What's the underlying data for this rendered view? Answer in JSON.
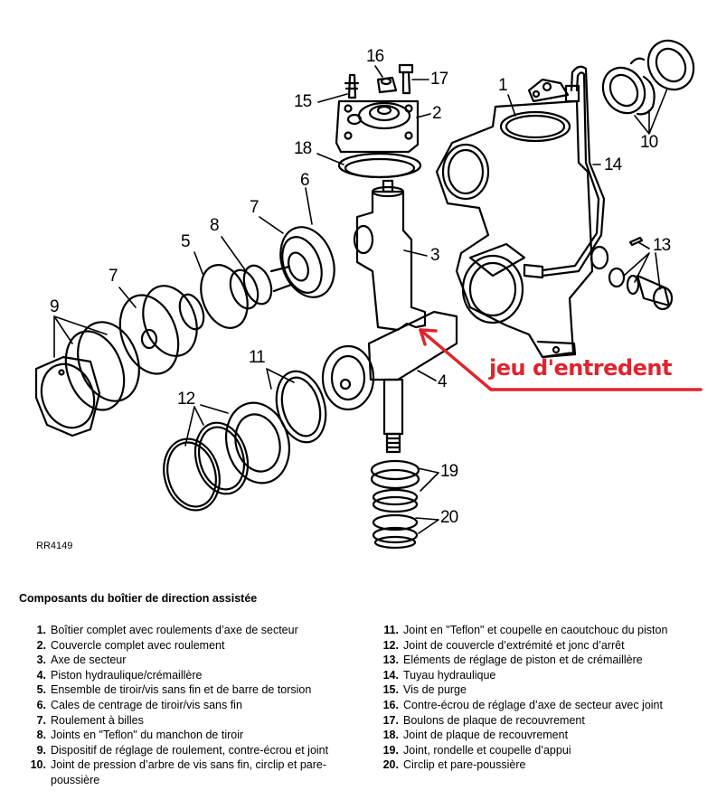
{
  "diagram": {
    "reference_code": "RR4149",
    "annotation": {
      "text": "jeu d'entredent",
      "color": "#e0242f",
      "points_to": "engagement secteur / crémaillère"
    },
    "callouts": [
      "1",
      "2",
      "3",
      "4",
      "5",
      "6",
      "7",
      "7",
      "8",
      "9",
      "10",
      "11",
      "12",
      "13",
      "14",
      "15",
      "16",
      "17",
      "18",
      "19",
      "20"
    ]
  },
  "legend": {
    "title": "Composants du boîtier de direction assistée",
    "items": [
      {
        "num": "1.",
        "text": "Boîtier complet avec roulements d’axe de secteur"
      },
      {
        "num": "2.",
        "text": "Couvercle complet avec roulement"
      },
      {
        "num": "3.",
        "text": "Axe de secteur"
      },
      {
        "num": "4.",
        "text": "Piston hydraulique/crémaillère"
      },
      {
        "num": "5.",
        "text": "Ensemble de tiroir/vis sans fin et de barre de torsion"
      },
      {
        "num": "6.",
        "text": "Cales de centrage de tiroir/vis sans fin"
      },
      {
        "num": "7.",
        "text": "Roulement à billes"
      },
      {
        "num": "8.",
        "text": "Joints en \"Teflon\" du manchon de tiroir"
      },
      {
        "num": "9.",
        "text": "Dispositif de réglage de roulement, contre-écrou et joint"
      },
      {
        "num": "10.",
        "text": "Joint de pression d’arbre de vis sans fin, circlip et pare-poussière"
      },
      {
        "num": "11.",
        "text": "Joint en \"Teflon\" et coupelle en caoutchouc du piston"
      },
      {
        "num": "12.",
        "text": "Joint de couvercle d’extrémité et jonc d’arrêt"
      },
      {
        "num": "13.",
        "text": "Eléments de réglage de piston et de crémaillère"
      },
      {
        "num": "14.",
        "text": "Tuyau hydraulique"
      },
      {
        "num": "15.",
        "text": "Vis de purge"
      },
      {
        "num": "16.",
        "text": "Contre-écrou de réglage d’axe de secteur avec joint"
      },
      {
        "num": "17.",
        "text": "Boulons de plaque de recouvrement"
      },
      {
        "num": "18.",
        "text": "Joint de plaque de recouvrement"
      },
      {
        "num": "19.",
        "text": "Joint, rondelle et coupelle d’appui"
      },
      {
        "num": "20.",
        "text": "Circlip et pare-poussière"
      }
    ]
  }
}
